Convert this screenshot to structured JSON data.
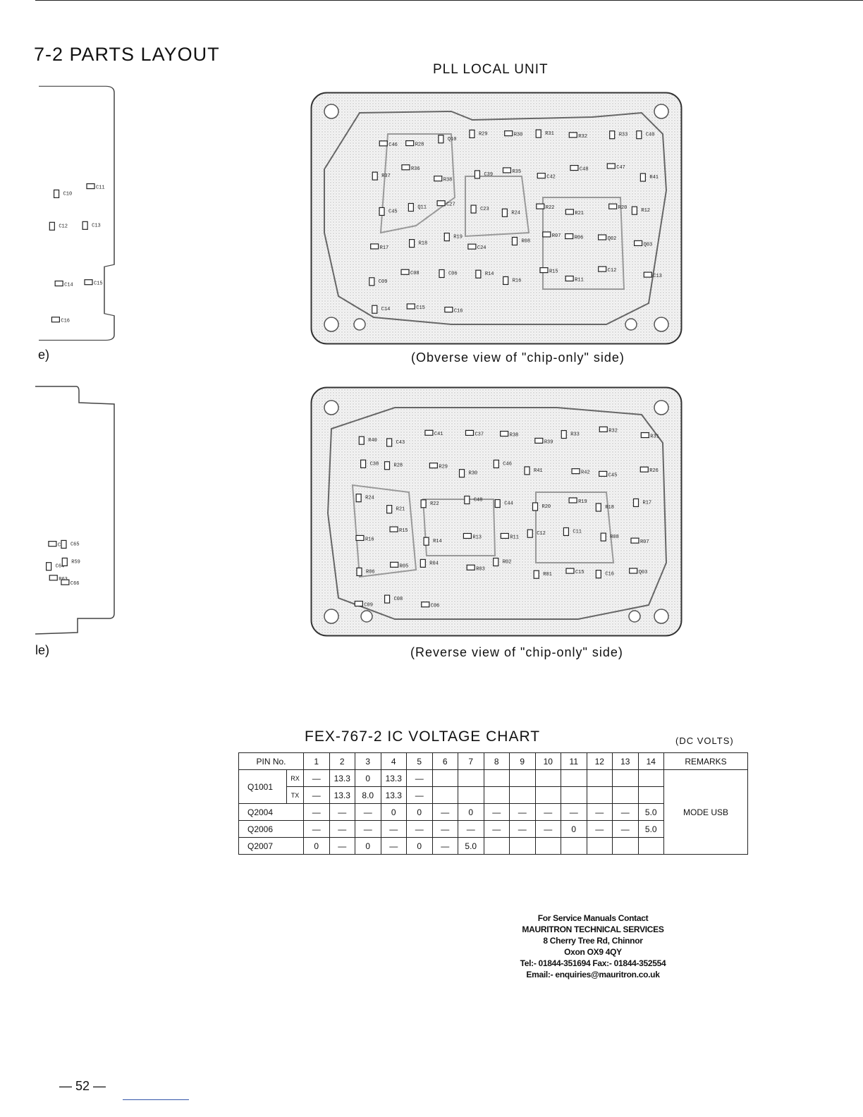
{
  "page": {
    "section_title": "7-2 PARTS LAYOUT",
    "unit_title": "PLL LOCAL UNIT",
    "left_cut_caption_1": "e)",
    "left_cut_caption_2": "le)",
    "page_number": "— 52 —"
  },
  "boards": {
    "obverse_caption": "(Obverse view of \"chip-only\" side)",
    "reverse_caption": "(Reverse view of \"chip-only\" side)",
    "obverse_labels": [
      "C46",
      "R28",
      "Q10",
      "R29",
      "R30",
      "R31",
      "R32",
      "R33",
      "C40",
      "R37",
      "R36",
      "R38",
      "C39",
      "R35",
      "C42",
      "C48",
      "C47",
      "R41",
      "C45",
      "Q11",
      "C27",
      "C23",
      "R24",
      "R22",
      "R21",
      "R20",
      "R12",
      "R17",
      "R18",
      "R19",
      "C24",
      "R08",
      "R07",
      "R06",
      "Q02",
      "Q03",
      "C09",
      "C08",
      "C06",
      "R14",
      "R16",
      "R15",
      "R11",
      "C12",
      "C13",
      "C14",
      "C15",
      "C16"
    ],
    "reverse_labels": [
      "R40",
      "C43",
      "C41",
      "C37",
      "R38",
      "R39",
      "R33",
      "R32",
      "R31",
      "C38",
      "R28",
      "R29",
      "R30",
      "C46",
      "R41",
      "R42",
      "C45",
      "R26",
      "R24",
      "R21",
      "R22",
      "C48",
      "C44",
      "R20",
      "R19",
      "R18",
      "R17",
      "R16",
      "R15",
      "R14",
      "R13",
      "R11",
      "C12",
      "C11",
      "R08",
      "R07",
      "R06",
      "R05",
      "R04",
      "R03",
      "R02",
      "R01",
      "C15",
      "C16",
      "Q03",
      "C09",
      "C08",
      "C06"
    ],
    "left_cut_labels_1": [
      "C10",
      "C11",
      "C12",
      "C13",
      "C14",
      "C15",
      "C16"
    ],
    "left_cut_labels_2": [
      "C63",
      "C65",
      "C64",
      "R59",
      "R63",
      "C66"
    ]
  },
  "voltage_chart": {
    "title": "FEX-767-2 IC VOLTAGE CHART",
    "units": "(DC VOLTS)",
    "pin_label": "PIN No.",
    "pins": [
      "1",
      "2",
      "3",
      "4",
      "5",
      "6",
      "7",
      "8",
      "9",
      "10",
      "11",
      "12",
      "13",
      "14"
    ],
    "remarks_label": "REMARKS",
    "remarks_value": "MODE USB",
    "q1001_label": "Q1001",
    "rx_label": "RX",
    "tx_label": "TX",
    "rows": [
      {
        "values": [
          "—",
          "13.3",
          "0",
          "13.3",
          "—",
          "",
          "",
          "",
          "",
          "",
          "",
          "",
          "",
          ""
        ]
      },
      {
        "values": [
          "—",
          "13.3",
          "8.0",
          "13.3",
          "—",
          "",
          "",
          "",
          "",
          "",
          "",
          "",
          "",
          ""
        ]
      },
      {
        "label": "Q2004",
        "values": [
          "—",
          "—",
          "—",
          "0",
          "0",
          "—",
          "0",
          "—",
          "—",
          "—",
          "—",
          "—",
          "—",
          "5.0"
        ]
      },
      {
        "label": "Q2006",
        "values": [
          "—",
          "—",
          "—",
          "—",
          "—",
          "—",
          "—",
          "—",
          "—",
          "—",
          "0",
          "—",
          "—",
          "5.0"
        ]
      },
      {
        "label": "Q2007",
        "values": [
          "0",
          "—",
          "0",
          "—",
          "0",
          "—",
          "5.0",
          "",
          "",
          "",
          "",
          "",
          "",
          ""
        ]
      }
    ]
  },
  "contact": {
    "line1": "For Service Manuals Contact",
    "line2": "MAURITRON TECHNICAL SERVICES",
    "line3": "8 Cherry Tree Rd, Chinnor",
    "line4": "Oxon OX9 4QY",
    "line5": "Tel:- 01844-351694 Fax:- 01844-352554",
    "line6": "Email:- enquiries@mauritron.co.uk"
  }
}
